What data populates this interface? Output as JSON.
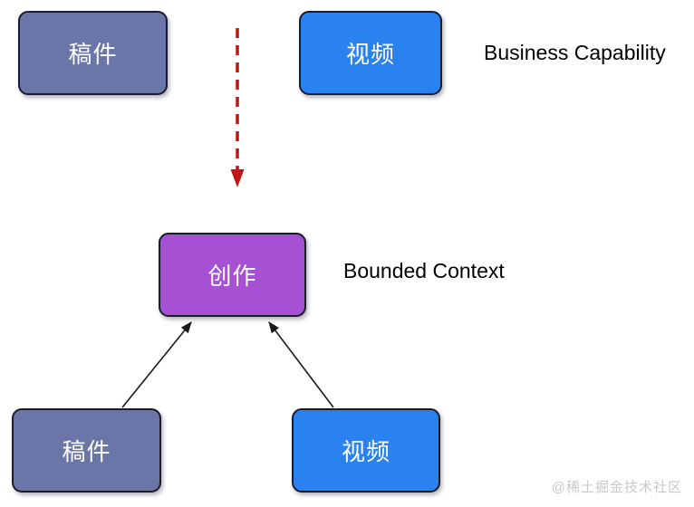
{
  "colors": {
    "draft_box": "#6B76A8",
    "video_box": "#2A82F0",
    "creation_box": "#A650D4",
    "box_border": "#1B1B2E",
    "box_label_text": "#FFFFFF",
    "dashed_arrow": "#C11414",
    "solid_arrow": "#1A1A1A",
    "heading_text": "#000000",
    "watermark_text": "#C9C9C9",
    "background": "#FFFFFF"
  },
  "top_section": {
    "heading": "Business Capability",
    "boxes": [
      {
        "label": "稿件"
      },
      {
        "label": "视频"
      }
    ]
  },
  "middle_section": {
    "heading": "Bounded Context",
    "box": {
      "label": "创作"
    }
  },
  "bottom_section": {
    "boxes": [
      {
        "label": "稿件"
      },
      {
        "label": "视频"
      }
    ]
  },
  "watermark": "@稀土掘金技术社区"
}
